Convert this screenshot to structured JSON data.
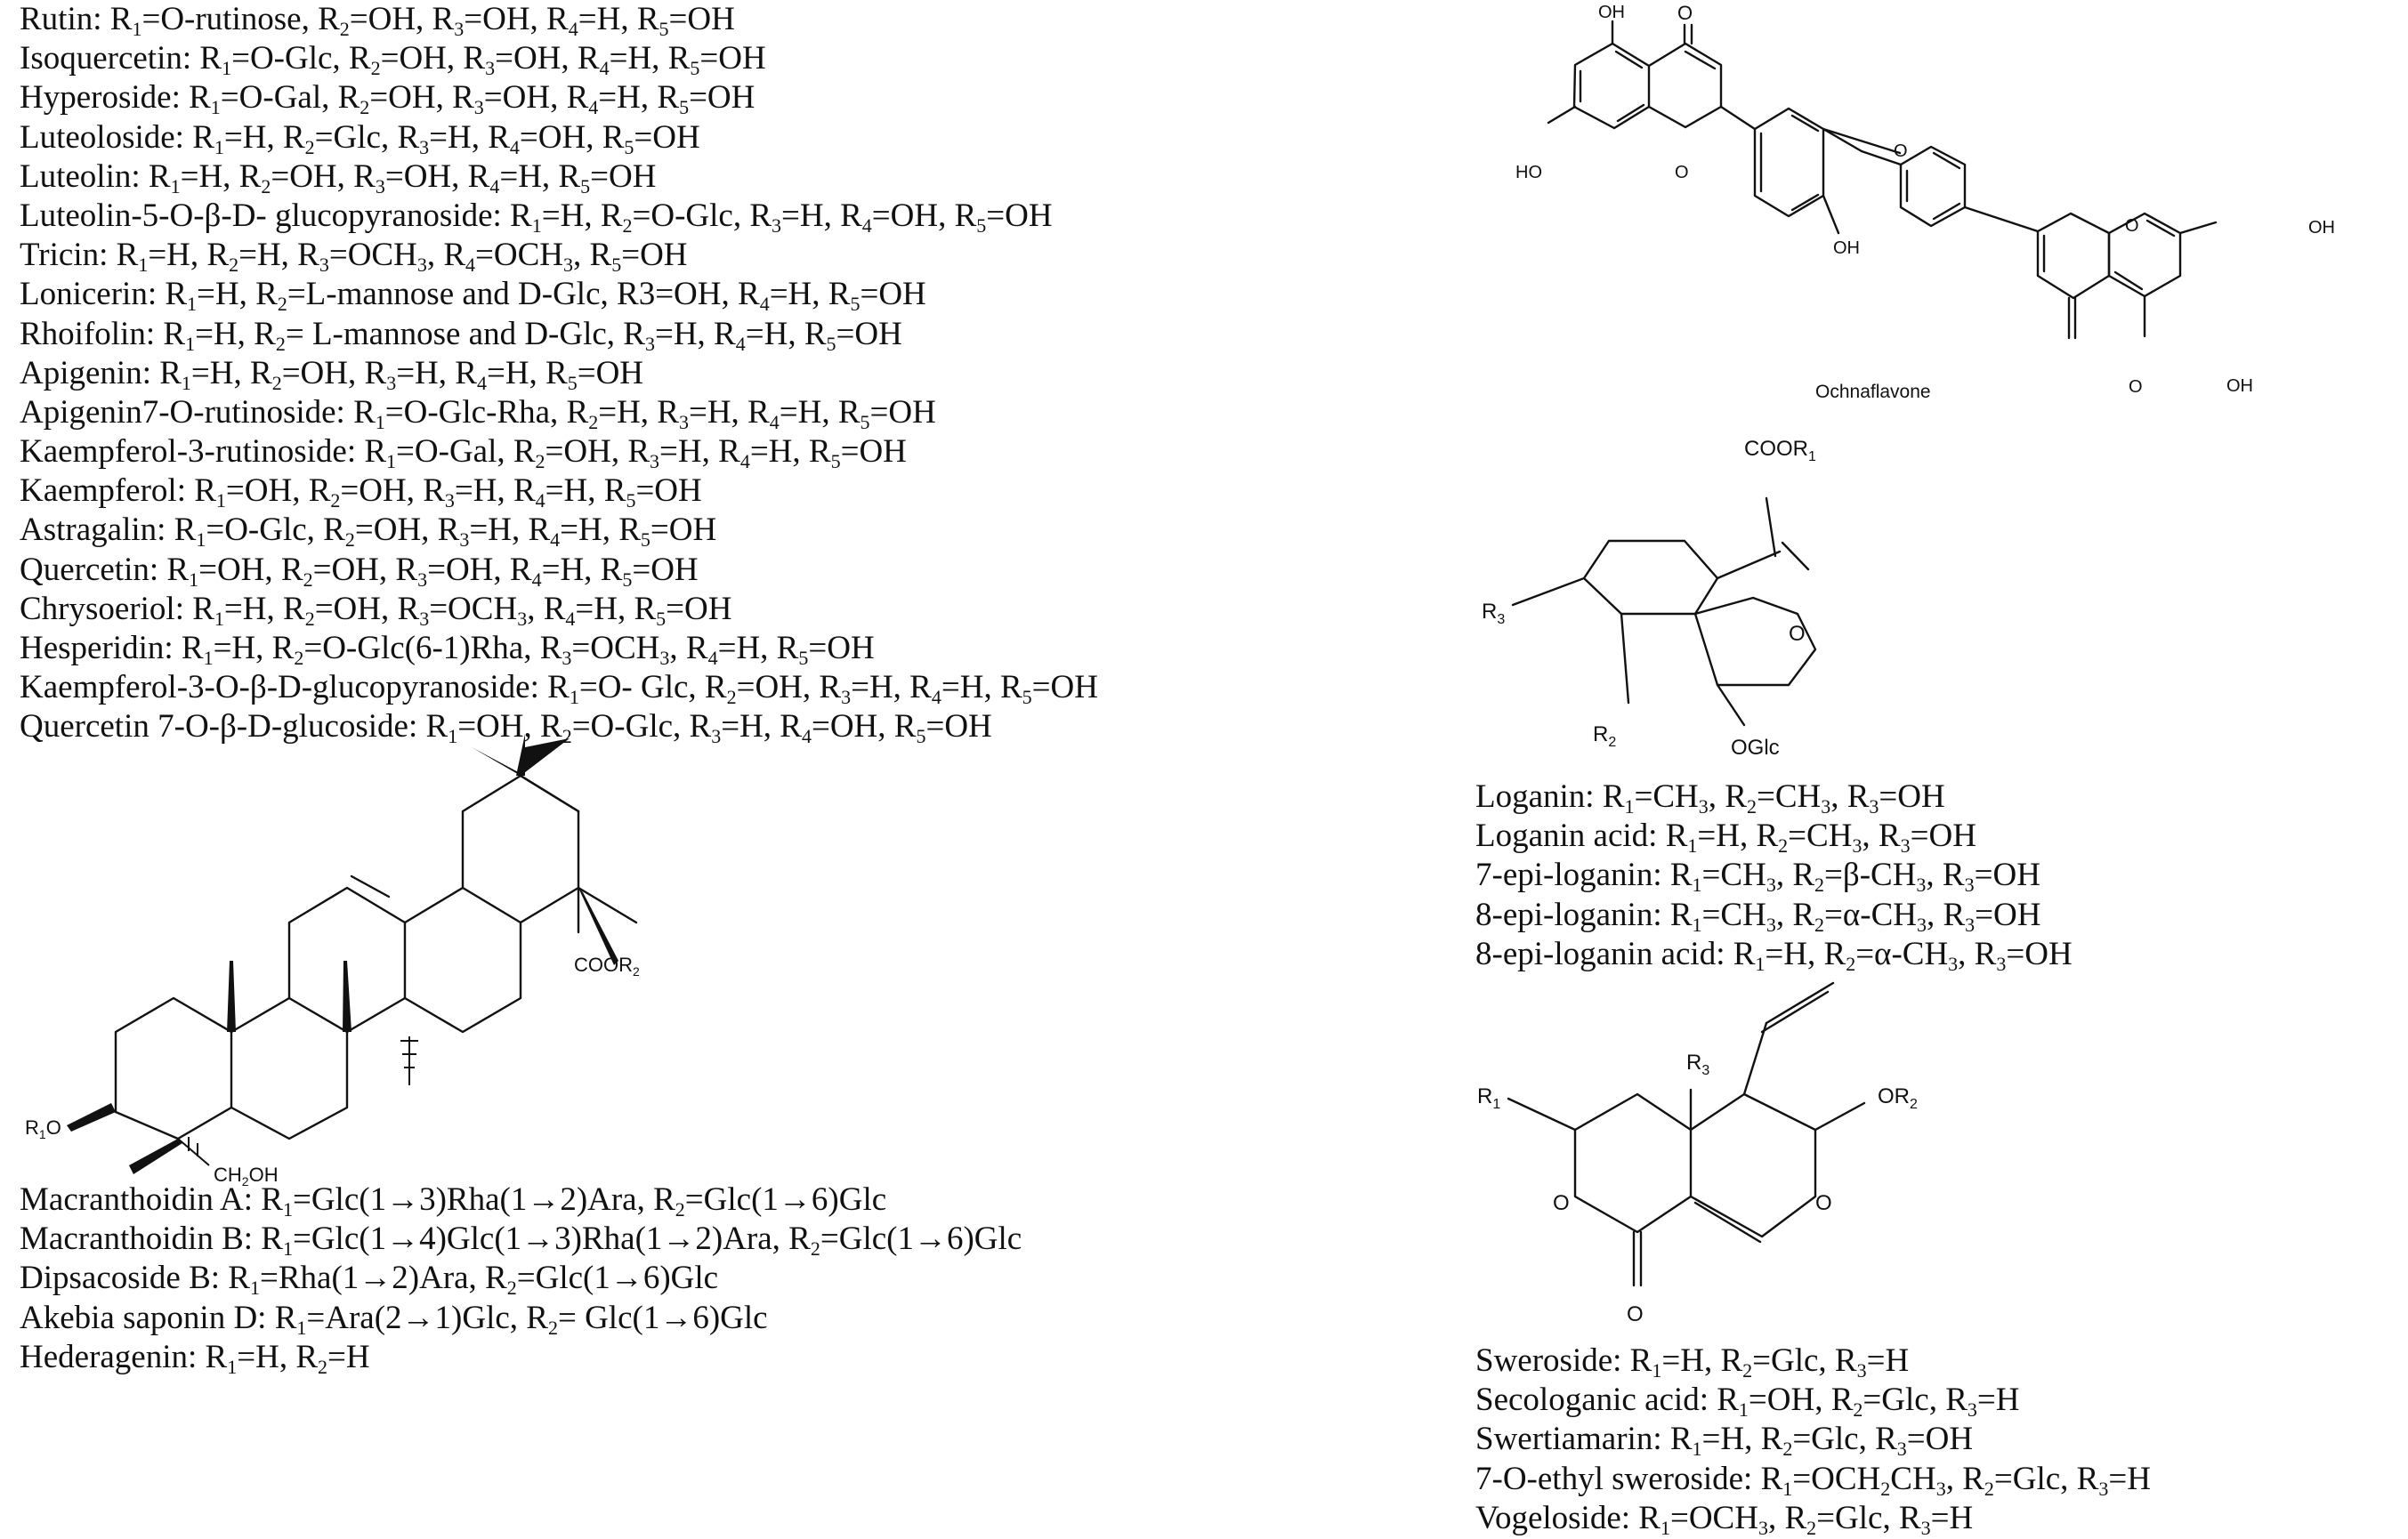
{
  "flavonoid_lines": [
    [
      [
        "Rutin: R",
        ""
      ],
      [
        "1",
        "s"
      ],
      [
        "=O-rutinose, R",
        ""
      ],
      [
        "2",
        "s"
      ],
      [
        "=OH, R",
        ""
      ],
      [
        "3",
        "s"
      ],
      [
        "=OH, R",
        ""
      ],
      [
        "4",
        "s"
      ],
      [
        "=H, R",
        ""
      ],
      [
        "5",
        "s"
      ],
      [
        "=OH",
        ""
      ]
    ],
    [
      [
        "Isoquercetin: R",
        ""
      ],
      [
        "1",
        "s"
      ],
      [
        "=O-Glc, R",
        ""
      ],
      [
        "2",
        "s"
      ],
      [
        "=OH, R",
        ""
      ],
      [
        "3",
        "s"
      ],
      [
        "=OH, R",
        ""
      ],
      [
        "4",
        "s"
      ],
      [
        "=H, R",
        ""
      ],
      [
        "5",
        "s"
      ],
      [
        "=OH",
        ""
      ]
    ],
    [
      [
        "Hyperoside: R",
        ""
      ],
      [
        "1",
        "s"
      ],
      [
        "=O-Gal, R",
        ""
      ],
      [
        "2",
        "s"
      ],
      [
        "=OH, R",
        ""
      ],
      [
        "3",
        "s"
      ],
      [
        "=OH, R",
        ""
      ],
      [
        "4",
        "s"
      ],
      [
        "=H, R",
        ""
      ],
      [
        "5",
        "s"
      ],
      [
        "=OH",
        ""
      ]
    ],
    [
      [
        "Luteoloside: R",
        ""
      ],
      [
        "1",
        "s"
      ],
      [
        "=H, R",
        ""
      ],
      [
        "2",
        "s"
      ],
      [
        "=Glc, R",
        ""
      ],
      [
        "3",
        "s"
      ],
      [
        "=H, R",
        ""
      ],
      [
        "4",
        "s"
      ],
      [
        "=OH, R",
        ""
      ],
      [
        "5",
        "s"
      ],
      [
        "=OH",
        ""
      ]
    ],
    [
      [
        "Luteolin: R",
        ""
      ],
      [
        "1",
        "s"
      ],
      [
        "=H, R",
        ""
      ],
      [
        "2",
        "s"
      ],
      [
        "=OH, R",
        ""
      ],
      [
        "3",
        "s"
      ],
      [
        "=OH, R",
        ""
      ],
      [
        "4",
        "s"
      ],
      [
        "=H, R",
        ""
      ],
      [
        "5",
        "s"
      ],
      [
        "=OH",
        ""
      ]
    ],
    [
      [
        "Luteolin-5-O-β-D- glucopyranoside: R",
        ""
      ],
      [
        "1",
        "s"
      ],
      [
        "=H, R",
        ""
      ],
      [
        "2",
        "s"
      ],
      [
        "=O-Glc, R",
        ""
      ],
      [
        "3",
        "s"
      ],
      [
        "=H, R",
        ""
      ],
      [
        "4",
        "s"
      ],
      [
        "=OH, R",
        ""
      ],
      [
        "5",
        "s"
      ],
      [
        "=OH",
        ""
      ]
    ],
    [
      [
        "Tricin: R",
        ""
      ],
      [
        "1",
        "s"
      ],
      [
        "=H, R",
        ""
      ],
      [
        "2",
        "s"
      ],
      [
        "=H, R",
        ""
      ],
      [
        "3",
        "s"
      ],
      [
        "=OCH",
        ""
      ],
      [
        "3",
        "s"
      ],
      [
        ", R",
        ""
      ],
      [
        "4",
        "s"
      ],
      [
        "=OCH",
        ""
      ],
      [
        "3",
        "s"
      ],
      [
        ", R",
        ""
      ],
      [
        "5",
        "s"
      ],
      [
        "=OH",
        ""
      ]
    ],
    [
      [
        "Lonicerin: R",
        ""
      ],
      [
        "1",
        "s"
      ],
      [
        "=H, R",
        ""
      ],
      [
        "2",
        "s"
      ],
      [
        "=L-mannose and D-Glc, R3=OH, R",
        ""
      ],
      [
        "4",
        "s"
      ],
      [
        "=H, R",
        ""
      ],
      [
        "5",
        "s"
      ],
      [
        "=OH",
        ""
      ]
    ],
    [
      [
        "Rhoifolin: R",
        ""
      ],
      [
        "1",
        "s"
      ],
      [
        "=H, R",
        ""
      ],
      [
        "2",
        "s"
      ],
      [
        "= L-mannose and D-Glc, R",
        ""
      ],
      [
        "3",
        "s"
      ],
      [
        "=H, R",
        ""
      ],
      [
        "4",
        "s"
      ],
      [
        "=H, R",
        ""
      ],
      [
        "5",
        "s"
      ],
      [
        "=OH",
        ""
      ]
    ],
    [
      [
        "Apigenin: R",
        ""
      ],
      [
        "1",
        "s"
      ],
      [
        "=H, R",
        ""
      ],
      [
        "2",
        "s"
      ],
      [
        "=OH, R",
        ""
      ],
      [
        "3",
        "s"
      ],
      [
        "=H, R",
        ""
      ],
      [
        "4",
        "s"
      ],
      [
        "=H, R",
        ""
      ],
      [
        "5",
        "s"
      ],
      [
        "=OH",
        ""
      ]
    ],
    [
      [
        "Apigenin7-O-rutinoside: R",
        ""
      ],
      [
        "1",
        "s"
      ],
      [
        "=O-Glc-Rha, R",
        ""
      ],
      [
        "2",
        "s"
      ],
      [
        "=H, R",
        ""
      ],
      [
        "3",
        "s"
      ],
      [
        "=H, R",
        ""
      ],
      [
        "4",
        "s"
      ],
      [
        "=H, R",
        ""
      ],
      [
        "5",
        "s"
      ],
      [
        "=OH",
        ""
      ]
    ],
    [
      [
        "Kaempferol-3-rutinoside: R",
        ""
      ],
      [
        "1",
        "s"
      ],
      [
        "=O-Gal, R",
        ""
      ],
      [
        "2",
        "s"
      ],
      [
        "=OH, R",
        ""
      ],
      [
        "3",
        "s"
      ],
      [
        "=H, R",
        ""
      ],
      [
        "4",
        "s"
      ],
      [
        "=H, R",
        ""
      ],
      [
        "5",
        "s"
      ],
      [
        "=OH",
        ""
      ]
    ],
    [
      [
        "Kaempferol: R",
        ""
      ],
      [
        "1",
        "s"
      ],
      [
        "=OH, R",
        ""
      ],
      [
        "2",
        "s"
      ],
      [
        "=OH, R",
        ""
      ],
      [
        "3",
        "s"
      ],
      [
        "=H, R",
        ""
      ],
      [
        "4",
        "s"
      ],
      [
        "=H, R",
        ""
      ],
      [
        "5",
        "s"
      ],
      [
        "=OH",
        ""
      ]
    ],
    [
      [
        "Astragalin: R",
        ""
      ],
      [
        "1",
        "s"
      ],
      [
        "=O-Glc, R",
        ""
      ],
      [
        "2",
        "s"
      ],
      [
        "=OH, R",
        ""
      ],
      [
        "3",
        "s"
      ],
      [
        "=H, R",
        ""
      ],
      [
        "4",
        "s"
      ],
      [
        "=H, R",
        ""
      ],
      [
        "5",
        "s"
      ],
      [
        "=OH",
        ""
      ]
    ],
    [
      [
        "Quercetin: R",
        ""
      ],
      [
        "1",
        "s"
      ],
      [
        "=OH, R",
        ""
      ],
      [
        "2",
        "s"
      ],
      [
        "=OH, R",
        ""
      ],
      [
        "3",
        "s"
      ],
      [
        "=OH, R",
        ""
      ],
      [
        "4",
        "s"
      ],
      [
        "=H, R",
        ""
      ],
      [
        "5",
        "s"
      ],
      [
        "=OH",
        ""
      ]
    ],
    [
      [
        "Chrysoeriol: R",
        ""
      ],
      [
        "1",
        "s"
      ],
      [
        "=H, R",
        ""
      ],
      [
        "2",
        "s"
      ],
      [
        "=OH, R",
        ""
      ],
      [
        "3",
        "s"
      ],
      [
        "=OCH",
        ""
      ],
      [
        "3",
        "s"
      ],
      [
        ", R",
        ""
      ],
      [
        "4",
        "s"
      ],
      [
        "=H, R",
        ""
      ],
      [
        "5",
        "s"
      ],
      [
        "=OH",
        ""
      ]
    ],
    [
      [
        "Hesperidin: R",
        ""
      ],
      [
        "1",
        "s"
      ],
      [
        "=H, R",
        ""
      ],
      [
        "2",
        "s"
      ],
      [
        "=O-Glc(6-1)Rha, R",
        ""
      ],
      [
        "3",
        "s"
      ],
      [
        "=OCH",
        ""
      ],
      [
        "3",
        "s"
      ],
      [
        ", R",
        ""
      ],
      [
        "4",
        "s"
      ],
      [
        "=H, R",
        ""
      ],
      [
        "5",
        "s"
      ],
      [
        "=OH",
        ""
      ]
    ],
    [
      [
        "Kaempferol-3-O-β-D-glucopyranoside: R",
        ""
      ],
      [
        "1",
        "s"
      ],
      [
        "=O- Glc, R",
        ""
      ],
      [
        "2",
        "s"
      ],
      [
        "=OH, R",
        ""
      ],
      [
        "3",
        "s"
      ],
      [
        "=H, R",
        ""
      ],
      [
        "4",
        "s"
      ],
      [
        "=H, R",
        ""
      ],
      [
        "5",
        "s"
      ],
      [
        "=OH",
        ""
      ]
    ],
    [
      [
        "Quercetin 7-O-β-D-glucoside: R",
        ""
      ],
      [
        "1",
        "s"
      ],
      [
        "=OH, R",
        ""
      ],
      [
        "2",
        "s"
      ],
      [
        "=O-Glc, R",
        ""
      ],
      [
        "3",
        "s"
      ],
      [
        "=H, R",
        ""
      ],
      [
        "4",
        "s"
      ],
      [
        "=OH, R",
        ""
      ],
      [
        "5",
        "s"
      ],
      [
        "=OH",
        ""
      ]
    ]
  ],
  "saponin_lines": [
    [
      [
        "Macranthoidin A: R",
        ""
      ],
      [
        "1",
        "s"
      ],
      [
        "=Glc(1→3)Rha(1→2)Ara, R",
        ""
      ],
      [
        "2",
        "s"
      ],
      [
        "=Glc(1→6)Glc",
        ""
      ]
    ],
    [
      [
        "Macranthoidin B: R",
        ""
      ],
      [
        "1",
        "s"
      ],
      [
        "=Glc(1→4)Glc(1→3)Rha(1→2)Ara, R",
        ""
      ],
      [
        "2",
        "s"
      ],
      [
        "=Glc(1→6)Glc",
        ""
      ]
    ],
    [
      [
        "Dipsacoside B: R",
        ""
      ],
      [
        "1",
        "s"
      ],
      [
        "=Rha(1→2)Ara, R",
        ""
      ],
      [
        "2",
        "s"
      ],
      [
        "=Glc(1→6)Glc",
        ""
      ]
    ],
    [
      [
        "Akebia saponin D: R",
        ""
      ],
      [
        "1",
        "s"
      ],
      [
        "=Ara(2→1)Glc, R",
        ""
      ],
      [
        "2",
        "s"
      ],
      [
        "= Glc(1→6)Glc",
        ""
      ]
    ],
    [
      [
        "Hederagenin: R",
        ""
      ],
      [
        "1",
        "s"
      ],
      [
        "=H, R",
        ""
      ],
      [
        "2",
        "s"
      ],
      [
        "=H",
        ""
      ]
    ]
  ],
  "loganin_lines": [
    [
      [
        "Loganin: R",
        ""
      ],
      [
        "1",
        "s"
      ],
      [
        "=CH",
        ""
      ],
      [
        "3",
        "s"
      ],
      [
        ", R",
        ""
      ],
      [
        "2",
        "s"
      ],
      [
        "=CH",
        ""
      ],
      [
        "3",
        "s"
      ],
      [
        ", R",
        ""
      ],
      [
        "3",
        "s"
      ],
      [
        "=OH",
        ""
      ]
    ],
    [
      [
        "Loganin acid: R",
        ""
      ],
      [
        "1",
        "s"
      ],
      [
        "=H, R",
        ""
      ],
      [
        "2",
        "s"
      ],
      [
        "=CH",
        ""
      ],
      [
        "3",
        "s"
      ],
      [
        ", R",
        ""
      ],
      [
        "3",
        "s"
      ],
      [
        "=OH",
        ""
      ]
    ],
    [
      [
        "7-epi-loganin: R",
        ""
      ],
      [
        "1",
        "s"
      ],
      [
        "=CH",
        ""
      ],
      [
        "3",
        "s"
      ],
      [
        ", R",
        ""
      ],
      [
        "2",
        "s"
      ],
      [
        "=β-CH",
        ""
      ],
      [
        "3",
        "s"
      ],
      [
        ", R",
        ""
      ],
      [
        "3",
        "s"
      ],
      [
        "=OH",
        ""
      ]
    ],
    [
      [
        "8-epi-loganin: R",
        ""
      ],
      [
        "1",
        "s"
      ],
      [
        "=CH",
        ""
      ],
      [
        "3",
        "s"
      ],
      [
        ", R",
        ""
      ],
      [
        "2",
        "s"
      ],
      [
        "=α-CH",
        ""
      ],
      [
        "3",
        "s"
      ],
      [
        ", R",
        ""
      ],
      [
        "3",
        "s"
      ],
      [
        "=OH",
        ""
      ]
    ],
    [
      [
        "8-epi-loganin acid: R",
        ""
      ],
      [
        "1",
        "s"
      ],
      [
        "=H, R",
        ""
      ],
      [
        "2",
        "s"
      ],
      [
        "=α-CH",
        ""
      ],
      [
        "3",
        "s"
      ],
      [
        ", R",
        ""
      ],
      [
        "3",
        "s"
      ],
      [
        "=OH",
        ""
      ]
    ]
  ],
  "sweroside_lines": [
    [
      [
        "Sweroside: R",
        ""
      ],
      [
        "1",
        "s"
      ],
      [
        "=H, R",
        ""
      ],
      [
        "2",
        "s"
      ],
      [
        "=Glc, R",
        ""
      ],
      [
        "3",
        "s"
      ],
      [
        "=H",
        ""
      ]
    ],
    [
      [
        "Secologanic acid: R",
        ""
      ],
      [
        "1",
        "s"
      ],
      [
        "=OH, R",
        ""
      ],
      [
        "2",
        "s"
      ],
      [
        "=Glc, R",
        ""
      ],
      [
        "3",
        "s"
      ],
      [
        "=H",
        ""
      ]
    ],
    [
      [
        "Swertiamarin: R",
        ""
      ],
      [
        "1",
        "s"
      ],
      [
        "=H, R",
        ""
      ],
      [
        "2",
        "s"
      ],
      [
        "=Glc, R",
        ""
      ],
      [
        "3",
        "s"
      ],
      [
        "=OH",
        ""
      ]
    ],
    [
      [
        "7-O-ethyl sweroside: R",
        ""
      ],
      [
        "1",
        "s"
      ],
      [
        "=OCH",
        ""
      ],
      [
        "2",
        "s"
      ],
      [
        "CH",
        ""
      ],
      [
        "3",
        "s"
      ],
      [
        ", R",
        ""
      ],
      [
        "2",
        "s"
      ],
      [
        "=Glc, R",
        ""
      ],
      [
        "3",
        "s"
      ],
      [
        "=H",
        ""
      ]
    ],
    [
      [
        "Vogeloside: R",
        ""
      ],
      [
        "1",
        "s"
      ],
      [
        "=OCH",
        ""
      ],
      [
        "3",
        "s"
      ],
      [
        ", R",
        ""
      ],
      [
        "2",
        "s"
      ],
      [
        "=Glc, R",
        ""
      ],
      [
        "3",
        "s"
      ],
      [
        "=H",
        ""
      ]
    ]
  ],
  "atom_labels": {
    "oh": "OH",
    "ho": "HO",
    "o": "O",
    "ochnaflavone": "Ochnaflavone",
    "r": "R",
    "sub_1": "1",
    "sub_2": "2",
    "sub_3": "3",
    "coo": "COO",
    "coor": "COOR",
    "ch2oh_ch": "CH",
    "ch2oh_sub": "2",
    "ch2oh_oh": "OH",
    "oglc": "OGlc"
  }
}
